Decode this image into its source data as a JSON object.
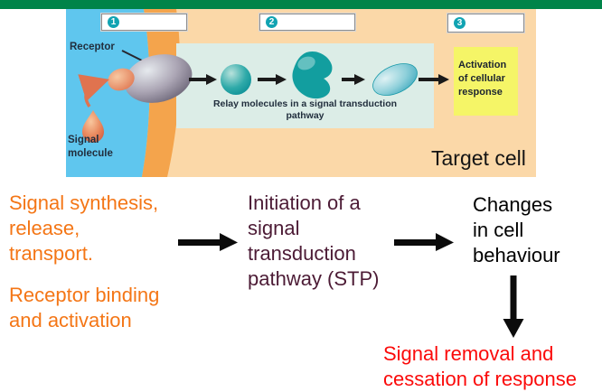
{
  "colors": {
    "top_bar": "#008449",
    "extracellular": "#5FC6EE",
    "membrane": "#F4A44C",
    "cytoplasm": "#FBD8A8",
    "relay_box": "#DCEDE7",
    "activation_box": "#F5F567",
    "badge_teal": "#11A3B2",
    "stage_orange": "#F47616",
    "stage_plum": "#4C1B35",
    "stage_red": "#FB0A0A",
    "figure_label": "#222F3E"
  },
  "figure": {
    "badges": [
      "1",
      "2",
      "3"
    ],
    "receptor_label": "Receptor",
    "signal_molecule_label": "Signal\nmolecule",
    "relay_pathway_label": "Relay molecules in a signal transduction\npathway",
    "activation_label": "Activation\nof cellular\nresponse",
    "target_cell_label": "Target cell"
  },
  "stages": {
    "synthesis": "Signal synthesis,\nrelease,\ntransport.",
    "receptor_binding": "Receptor binding\nand activation",
    "initiation": "Initiation of a\nsignal\ntransduction\npathway (STP)",
    "changes": "Changes\nin cell\nbehaviour",
    "removal": "Signal removal and\ncessation of response"
  }
}
